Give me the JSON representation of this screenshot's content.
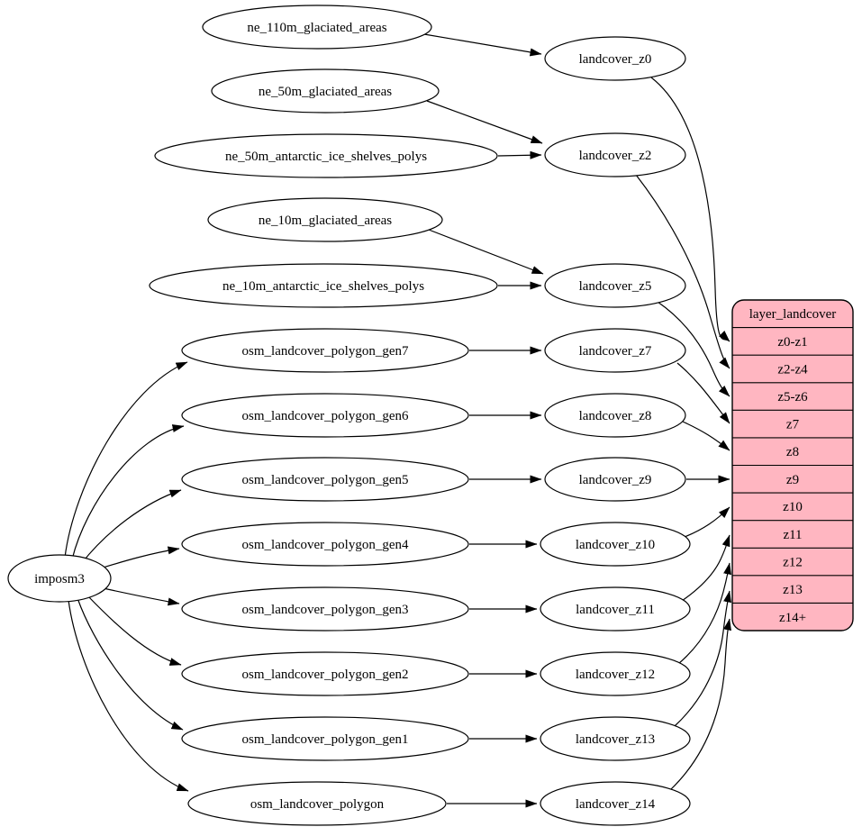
{
  "colors": {
    "layer_fill": "#ffb6c1",
    "node_fill": "#ffffff",
    "edge_stroke": "#000000",
    "background": "#ffffff"
  },
  "nodes": {
    "importer": {
      "label": "imposm3"
    },
    "sources": [
      "ne_110m_glaciated_areas",
      "ne_50m_glaciated_areas",
      "ne_50m_antarctic_ice_shelves_polys",
      "ne_10m_glaciated_areas",
      "ne_10m_antarctic_ice_shelves_polys",
      "osm_landcover_polygon_gen7",
      "osm_landcover_polygon_gen6",
      "osm_landcover_polygon_gen5",
      "osm_landcover_polygon_gen4",
      "osm_landcover_polygon_gen3",
      "osm_landcover_polygon_gen2",
      "osm_landcover_polygon_gen1",
      "osm_landcover_polygon"
    ],
    "tables": [
      "landcover_z0",
      "landcover_z2",
      "landcover_z5",
      "landcover_z7",
      "landcover_z8",
      "landcover_z9",
      "landcover_z10",
      "landcover_z11",
      "landcover_z12",
      "landcover_z13",
      "landcover_z14"
    ],
    "layer": {
      "title": "layer_landcover",
      "fields": [
        "z0-z1",
        "z2-z4",
        "z5-z6",
        "z7",
        "z8",
        "z9",
        "z10",
        "z11",
        "z12",
        "z13",
        "z14+"
      ]
    }
  },
  "edges": [
    [
      "ne_110m_glaciated_areas",
      "landcover_z0"
    ],
    [
      "ne_50m_glaciated_areas",
      "landcover_z2"
    ],
    [
      "ne_50m_antarctic_ice_shelves_polys",
      "landcover_z2"
    ],
    [
      "ne_10m_glaciated_areas",
      "landcover_z5"
    ],
    [
      "ne_10m_antarctic_ice_shelves_polys",
      "landcover_z5"
    ],
    [
      "osm_landcover_polygon_gen7",
      "landcover_z7"
    ],
    [
      "osm_landcover_polygon_gen6",
      "landcover_z8"
    ],
    [
      "osm_landcover_polygon_gen5",
      "landcover_z9"
    ],
    [
      "osm_landcover_polygon_gen4",
      "landcover_z10"
    ],
    [
      "osm_landcover_polygon_gen3",
      "landcover_z11"
    ],
    [
      "osm_landcover_polygon_gen2",
      "landcover_z12"
    ],
    [
      "osm_landcover_polygon_gen1",
      "landcover_z13"
    ],
    [
      "osm_landcover_polygon",
      "landcover_z14"
    ],
    [
      "imposm3",
      "osm_landcover_polygon_gen7"
    ],
    [
      "imposm3",
      "osm_landcover_polygon_gen6"
    ],
    [
      "imposm3",
      "osm_landcover_polygon_gen5"
    ],
    [
      "imposm3",
      "osm_landcover_polygon_gen4"
    ],
    [
      "imposm3",
      "osm_landcover_polygon_gen3"
    ],
    [
      "imposm3",
      "osm_landcover_polygon_gen2"
    ],
    [
      "imposm3",
      "osm_landcover_polygon_gen1"
    ],
    [
      "imposm3",
      "osm_landcover_polygon"
    ],
    [
      "landcover_z0",
      "layer_landcover:z0-z1"
    ],
    [
      "landcover_z2",
      "layer_landcover:z2-z4"
    ],
    [
      "landcover_z5",
      "layer_landcover:z5-z6"
    ],
    [
      "landcover_z7",
      "layer_landcover:z7"
    ],
    [
      "landcover_z8",
      "layer_landcover:z8"
    ],
    [
      "landcover_z9",
      "layer_landcover:z9"
    ],
    [
      "landcover_z10",
      "layer_landcover:z10"
    ],
    [
      "landcover_z11",
      "layer_landcover:z11"
    ],
    [
      "landcover_z12",
      "layer_landcover:z12"
    ],
    [
      "landcover_z13",
      "layer_landcover:z13"
    ],
    [
      "landcover_z14",
      "layer_landcover:z14+"
    ]
  ]
}
